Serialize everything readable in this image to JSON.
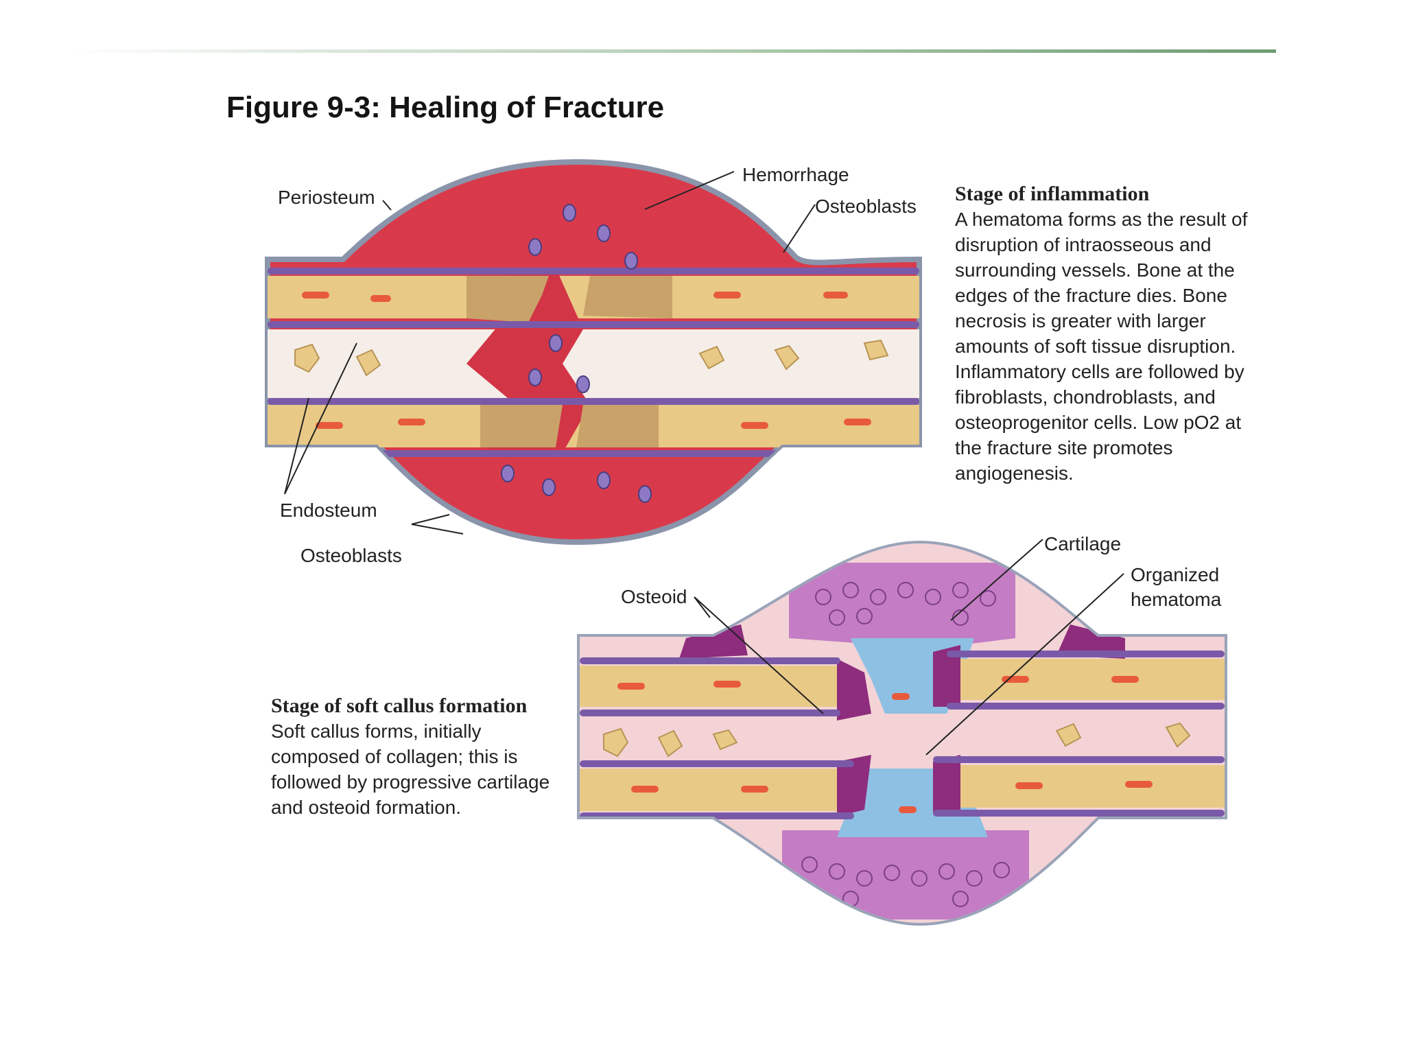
{
  "figure": {
    "title": "Figure 9-3: Healing of Fracture"
  },
  "stage_inflammation": {
    "title": "Stage of inflammation",
    "body": "A hematoma forms as the result of disruption of intraosseous and surrounding vessels. Bone at the edges of the fracture dies. Bone necrosis is greater with larger amounts of soft tissue disruption. Inflammatory cells are followed by fibroblasts, chondroblasts, and osteoprogenitor cells. Low pO2 at the fracture site promotes angiogenesis.",
    "labels": {
      "periosteum": "Periosteum",
      "hemorrhage": "Hemorrhage",
      "osteoblasts_top": "Osteoblasts",
      "endosteum": "Endosteum",
      "osteoblasts_bottom": "Osteoblasts"
    }
  },
  "stage_soft_callus": {
    "title": "Stage of soft callus formation",
    "body": "Soft callus forms, initially composed of collagen; this is followed by progressive cartilage and osteoid formation.",
    "labels": {
      "osteoid": "Osteoid",
      "cartilage": "Cartilage",
      "organized_hematoma_line1": "Organized",
      "organized_hematoma_line2": "hematoma"
    }
  },
  "colors": {
    "hematoma": "#d93a4b",
    "bone": "#e8c986",
    "marrow": "#f5eee8",
    "cartilage": "#c47cc4",
    "osteoid": "#8e2c7d",
    "periosteum": "#9aa3b8",
    "callus_blue": "#8ec0e3"
  }
}
